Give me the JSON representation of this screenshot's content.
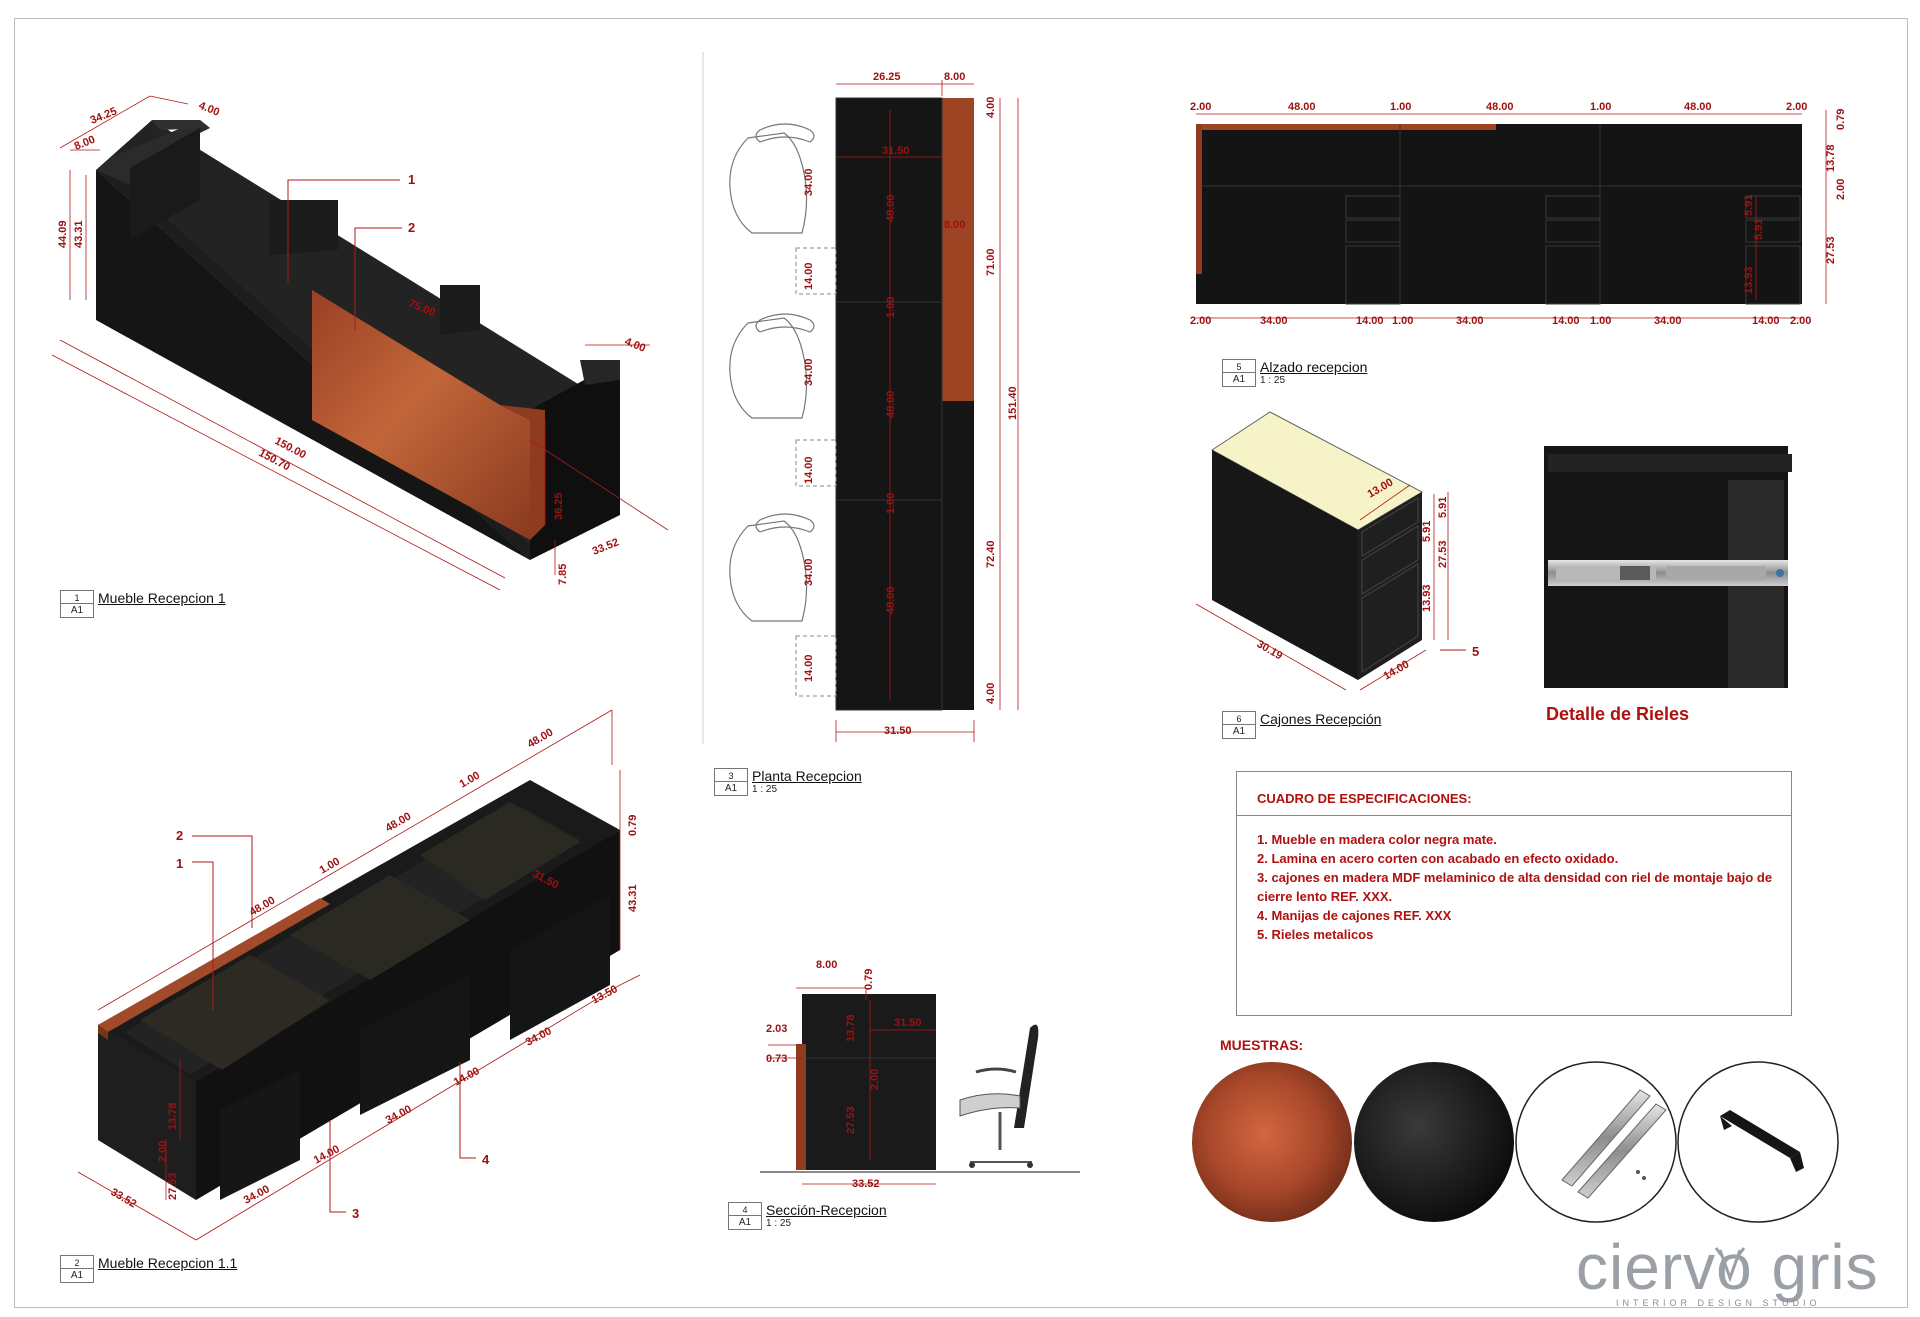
{
  "views": {
    "v1": {
      "num": "1",
      "sheet": "A1",
      "name": "Mueble Recepcion 1"
    },
    "v2": {
      "num": "2",
      "sheet": "A1",
      "name": "Mueble Recepcion 1.1"
    },
    "v3": {
      "num": "3",
      "sheet": "A1",
      "name": "Planta Recepcion",
      "scale": "1 : 25"
    },
    "v4": {
      "num": "4",
      "sheet": "A1",
      "name": "Sección-Recepcion",
      "scale": "1 : 25"
    },
    "v5": {
      "num": "5",
      "sheet": "A1",
      "name": "Alzado recepcion",
      "scale": "1 : 25"
    },
    "v6": {
      "num": "6",
      "sheet": "A1",
      "name": "Cajones Recepción"
    }
  },
  "iso1_dims": {
    "d1": "34.25",
    "d2": "4.00",
    "d3": "8.00",
    "d4": "44.09",
    "d5": "43.31",
    "d6": "75.00",
    "d7": "4.00",
    "d8": "150.00",
    "d9": "150.70",
    "d10": "36.25",
    "d11": "7.85",
    "d12": "33.52",
    "c1": "1",
    "c2": "2"
  },
  "iso2_dims": {
    "d1": "48.00",
    "d2": "1.00",
    "d3": "48.00",
    "d4": "1.00",
    "d5": "48.00",
    "d6": "0.79",
    "d7": "31.50",
    "d8": "43.31",
    "d9": "13.50",
    "d10": "34.00",
    "d11": "14.00",
    "d12": "34.00",
    "d13": "14.00",
    "d14": "34.00",
    "d15": "33.52",
    "d16": "13.78",
    "d17": "2.00",
    "d18": "27.53",
    "c1": "1",
    "c2": "2",
    "c3": "3",
    "c4": "4"
  },
  "plan_dims": {
    "top1": "26.25",
    "top2": "8.00",
    "w1": "31.50",
    "c1": "8.00",
    "s1": "34.00",
    "s2": "34.00",
    "s3": "34.00",
    "g1": "14.00",
    "g2": "14.00",
    "g3": "14.00",
    "m1": "48.00",
    "m2": "1.00",
    "m3": "48.00",
    "m4": "1.00",
    "m5": "48.00",
    "r1": "4.00",
    "r2": "71.00",
    "r3": "151.40",
    "r4": "72.40",
    "r5": "4.00",
    "bottom": "31.50"
  },
  "elev_dims": {
    "t1": "2.00",
    "t2": "48.00",
    "t3": "1.00",
    "t4": "48.00",
    "t5": "1.00",
    "t6": "48.00",
    "t7": "2.00",
    "b1": "2.00",
    "b2": "34.00",
    "b3": "14.00",
    "b4": "1.00",
    "b5": "34.00",
    "b6": "14.00",
    "b7": "1.00",
    "b8": "34.00",
    "b9": "14.00",
    "b10": "2.00",
    "r1": "0.79",
    "r2": "13.78",
    "r3": "2.00",
    "r4": "27.53",
    "i1": "5.91",
    "i2": "5.91",
    "i3": "13.93"
  },
  "drawer_dims": {
    "d1": "13.00",
    "d2": "5.91",
    "d3": "5.91",
    "d4": "27.53",
    "d5": "13.93",
    "d6": "30.19",
    "d7": "14.00",
    "c5": "5"
  },
  "section_dims": {
    "d1": "8.00",
    "d2": "0.79",
    "d3": "2.03",
    "d4": "13.78",
    "d5": "31.50",
    "d6": "0.73",
    "d7": "2.00",
    "d8": "27.53",
    "d9": "33.52"
  },
  "detail_title": "Detalle de Rieles",
  "specs": {
    "heading": "CUADRO DE ESPECIFICACIONES:",
    "items": [
      "1. Mueble en madera color negra mate.",
      "2. Lamina en acero corten con acabado en efecto oxidado.",
      "3. cajones en madera MDF melaminico de alta densidad con riel de montaje bajo de cierre lento REF. XXX.",
      "4. Manijas de cajones REF. XXX",
      "5. Rieles metalicos"
    ]
  },
  "muestras": "MUESTRAS:",
  "brand": {
    "name": "ciervo gris",
    "tagline": "INTERIOR DESIGN STUDIO"
  },
  "colors": {
    "accent": "#b01010",
    "corten": "#b5502c",
    "wood": "#1c1c1c"
  }
}
